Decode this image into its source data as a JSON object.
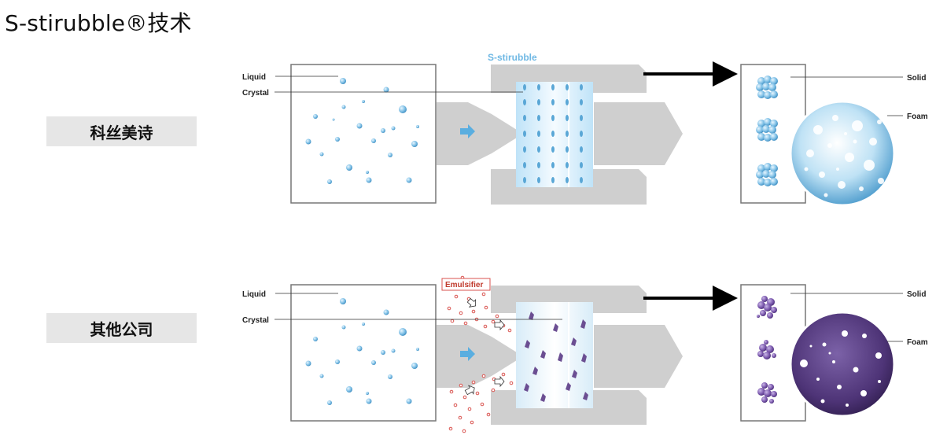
{
  "page": {
    "title": "S-stirubble®技术"
  },
  "rows": [
    {
      "label": "科丝美诗",
      "process_label": "S-stirubble",
      "liquid_label": "Liquid",
      "crystal_label": "Crystal",
      "solid_label": "Solid",
      "foam_label": "Foam"
    },
    {
      "label": "其他公司",
      "emulsifier_label": "Emulsifier",
      "liquid_label": "Liquid",
      "crystal_label": "Crystal",
      "solid_label": "Solid",
      "foam_label": "Foam"
    }
  ],
  "colors": {
    "bubble_blue": "#5aa7d6",
    "crystal_purple": "#6b4e92",
    "emulsifier_red": "#d9534f",
    "machine_gray": "#cfcfcf",
    "process_highlight": "#5aaee0"
  }
}
